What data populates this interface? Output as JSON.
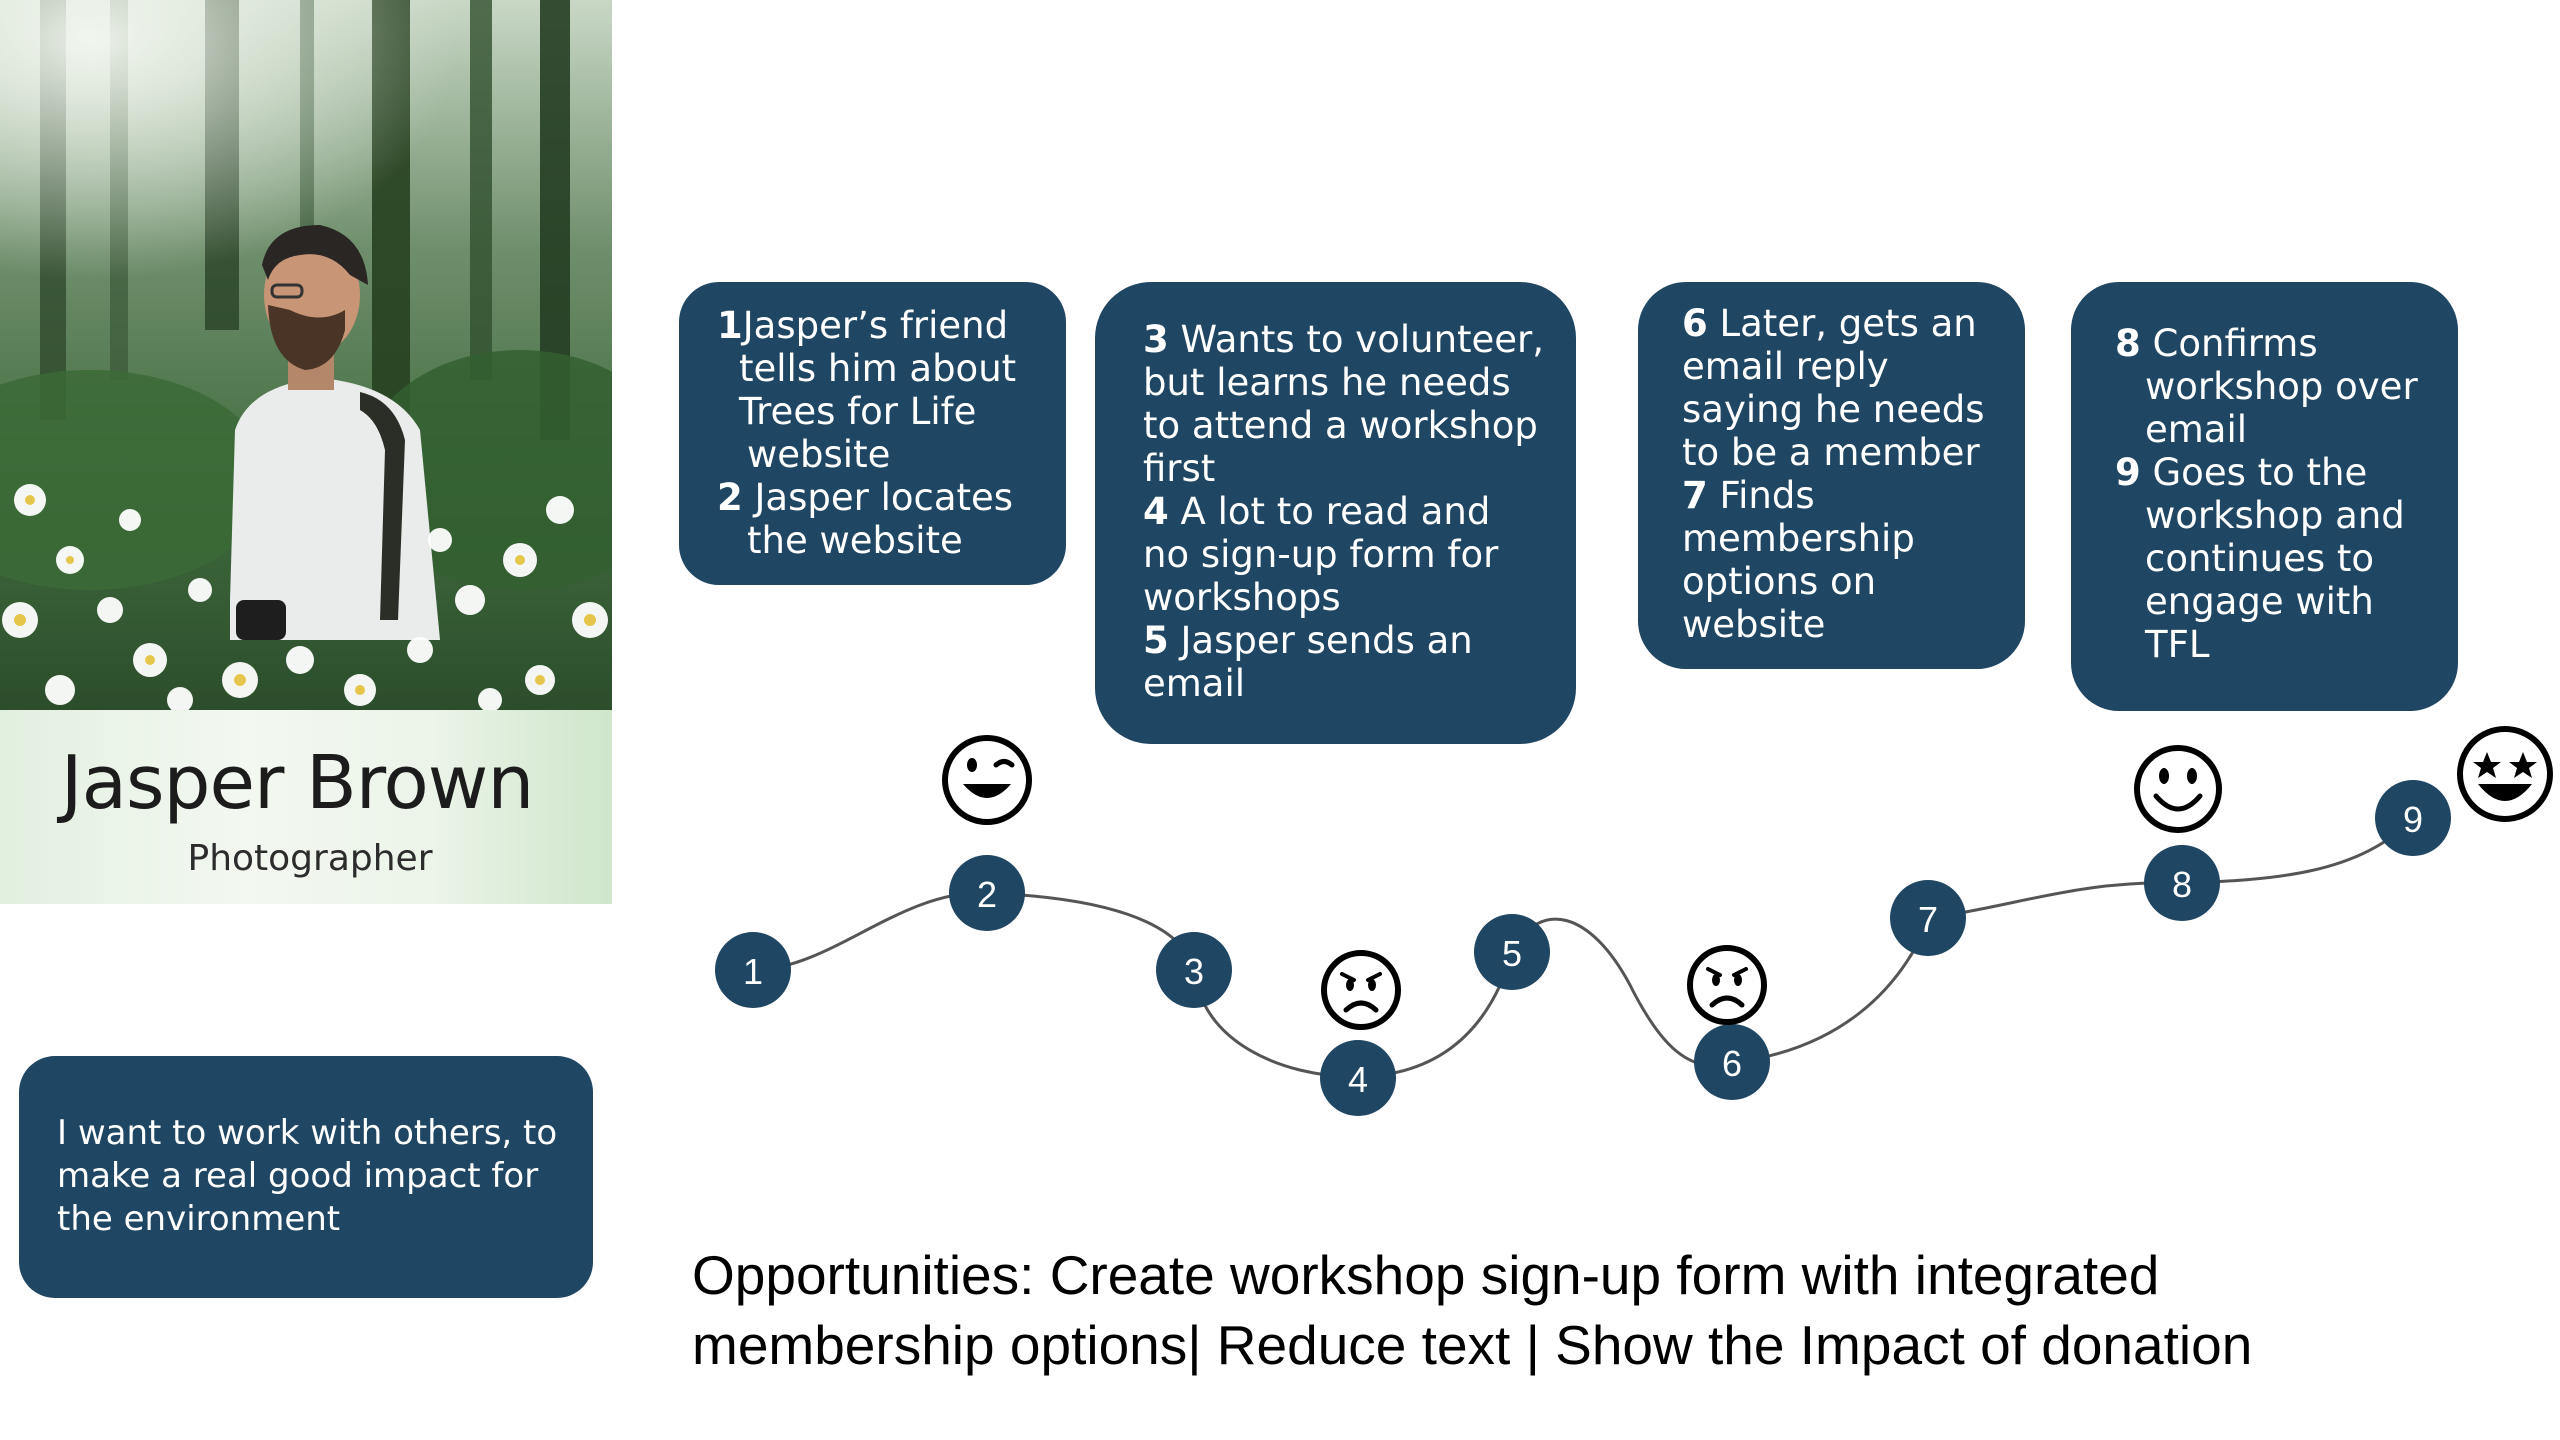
{
  "persona": {
    "name": "Jasper Brown",
    "role": "Photographer",
    "quote": "I want to work with others, to make a real good impact for the environment"
  },
  "steps": {
    "box_a": {
      "s1_num": "1",
      "s1_line1": "Jasper’s friend",
      "s1_line2": "tells him about",
      "s1_line3": "Trees for Life",
      "s1_line4": "website",
      "s2_num": "2",
      "s2_line1": "Jasper locates",
      "s2_line2": "the website"
    },
    "box_b": {
      "s3_num": "3",
      "s3_line1": "Wants to volunteer,",
      "s3_line2": "but learns he needs",
      "s3_line3": "to attend a workshop",
      "s3_line4": "first",
      "s4_num": "4",
      "s4_line1": "A lot to read and",
      "s4_line2": "no sign-up form for",
      "s4_line3": "workshops",
      "s5_num": "5",
      "s5_line1": "Jasper sends an",
      "s5_line2": "email"
    },
    "box_c": {
      "s6_num": "6",
      "s6_line1": "Later, gets an",
      "s6_line2": "email reply",
      "s6_line3": "saying he needs",
      "s6_line4": "to be a member",
      "s7_num": "7",
      "s7_line1": "Finds",
      "s7_line2": "membership",
      "s7_line3": "options on",
      "s7_line4": "website"
    },
    "box_d": {
      "s8_num": "8",
      "s8_line1": "Confirms",
      "s8_line2": "workshop over",
      "s8_line3": "email",
      "s9_num": "9",
      "s9_line1": "Goes to the",
      "s9_line2": "workshop and",
      "s9_line3": "continues to",
      "s9_line4": "engage with",
      "s9_line5": "TFL"
    }
  },
  "journey_nodes": [
    {
      "label": "1"
    },
    {
      "label": "2",
      "emotion": "happy"
    },
    {
      "label": "3"
    },
    {
      "label": "4",
      "emotion": "sad"
    },
    {
      "label": "5"
    },
    {
      "label": "6",
      "emotion": "sad"
    },
    {
      "label": "7"
    },
    {
      "label": "8",
      "emotion": "happy"
    },
    {
      "label": "9",
      "emotion": "star-struck"
    }
  ],
  "opportunities": {
    "line1": "Opportunities: Create workshop sign-up form with integrated",
    "line2": "membership options| Reduce text | Show the Impact of donation"
  },
  "colors": {
    "box_fill": "#1f4662",
    "node_fill": "#1f4662",
    "curve": "#555555"
  },
  "icons": {
    "happy": "grinning-face-icon",
    "sad": "worried-face-icon",
    "star": "star-eyes-face-icon"
  }
}
